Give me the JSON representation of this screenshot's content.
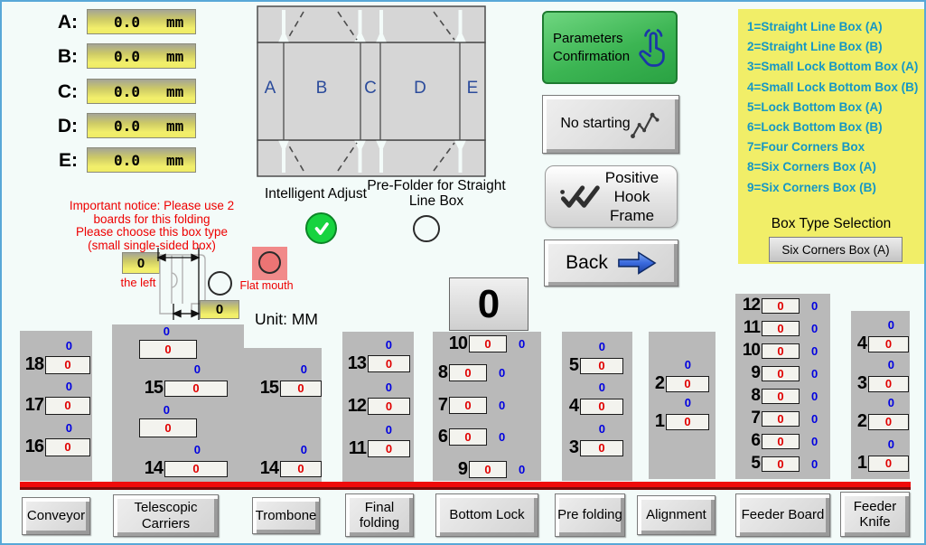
{
  "dims": [
    {
      "label": "A:",
      "value": "0.0",
      "unit": "mm"
    },
    {
      "label": "B:",
      "value": "0.0",
      "unit": "mm"
    },
    {
      "label": "C:",
      "value": "0.0",
      "unit": "mm"
    },
    {
      "label": "D:",
      "value": "0.0",
      "unit": "mm"
    },
    {
      "label": "E:",
      "value": "0.0",
      "unit": "mm"
    }
  ],
  "diagram": {
    "letters": [
      "A",
      "B",
      "C",
      "D",
      "E"
    ]
  },
  "toggles": {
    "intelligent_label": "Intelligent Adjust",
    "prefolder_label": "Pre-Folder for Straight Line Box"
  },
  "notice": {
    "l1": "Important notice: Please use 2",
    "l2": "boards for this folding",
    "l3": "Please choose this box type",
    "l4": "(small single-sided box)"
  },
  "left_area": {
    "field1": "0",
    "label1": "the left",
    "field2": "0",
    "flat_label": "Flat mouth",
    "unit": "Unit: MM"
  },
  "actions": {
    "confirm": "Parameters Confirmation",
    "no_start": "No starting",
    "hook": "Positive Hook Frame",
    "back": "Back"
  },
  "box_types": {
    "items": [
      "1=Straight Line Box (A)",
      "2=Straight Line Box (B)",
      "3=Small Lock Bottom Box (A)",
      "4=Small Lock Bottom Box (B)",
      "5=Lock Bottom Box (A)",
      "6=Lock Bottom Box (B)",
      "7=Four Corners Box",
      "8=Six Corners Box (A)",
      "9=Six Corners Box (B)"
    ],
    "title": "Box Type Selection",
    "selected": "Six Corners Box (A)"
  },
  "display": {
    "value": "0"
  },
  "panels": {
    "conveyor": [
      {
        "label": "18",
        "value": "0",
        "aux": "0"
      },
      {
        "label": "17",
        "value": "0",
        "aux": "0"
      },
      {
        "label": "16",
        "value": "0",
        "aux": "0"
      }
    ],
    "telescopic": [
      {
        "label": "",
        "value": "0",
        "aux": "0"
      },
      {
        "label": "15",
        "value": "0",
        "aux": "0"
      },
      {
        "label": "",
        "value": "0",
        "aux": "0"
      },
      {
        "label": "14",
        "value": "0",
        "aux": "0"
      }
    ],
    "trombone": [
      {
        "label": "15",
        "value": "0",
        "aux": "0"
      },
      {
        "label": "14",
        "value": "0",
        "aux": "0"
      }
    ],
    "final_folding": [
      {
        "label": "13",
        "value": "0",
        "aux": "0"
      },
      {
        "label": "12",
        "value": "0",
        "aux": "0"
      },
      {
        "label": "11",
        "value": "0",
        "aux": "0"
      }
    ],
    "bottom_lock": [
      {
        "label": "10",
        "value": "0",
        "aux": "0"
      },
      {
        "label": "8",
        "value": "0",
        "aux": "0"
      },
      {
        "label": "7",
        "value": "0",
        "aux": "0"
      },
      {
        "label": "6",
        "value": "0",
        "aux": "0"
      },
      {
        "label": "9",
        "value": "0",
        "aux": "0"
      }
    ],
    "pre_folding": [
      {
        "label": "5",
        "value": "0",
        "aux": "0"
      },
      {
        "label": "4",
        "value": "0",
        "aux": "0"
      },
      {
        "label": "3",
        "value": "0",
        "aux": "0"
      }
    ],
    "alignment": [
      {
        "label": "2",
        "value": "0",
        "aux": "0"
      },
      {
        "label": "1",
        "value": "0",
        "aux": "0"
      }
    ],
    "feeder_board": [
      {
        "label": "12",
        "value": "0",
        "aux": "0"
      },
      {
        "label": "11",
        "value": "0",
        "aux": "0"
      },
      {
        "label": "10",
        "value": "0",
        "aux": "0"
      },
      {
        "label": "9",
        "value": "0",
        "aux": "0"
      },
      {
        "label": "8",
        "value": "0",
        "aux": "0"
      },
      {
        "label": "7",
        "value": "0",
        "aux": "0"
      },
      {
        "label": "6",
        "value": "0",
        "aux": "0"
      },
      {
        "label": "5",
        "value": "0",
        "aux": "0"
      }
    ],
    "feeder_knife": [
      {
        "label": "4",
        "value": "0",
        "aux": "0"
      },
      {
        "label": "3",
        "value": "0",
        "aux": "0"
      },
      {
        "label": "2",
        "value": "0",
        "aux": "0"
      },
      {
        "label": "1",
        "value": "0",
        "aux": "0"
      }
    ]
  },
  "bottom_buttons": [
    "Conveyor",
    "Telescopic Carriers",
    "Trombone",
    "Final folding",
    "Bottom Lock",
    "Pre folding",
    "Alignment",
    "Feeder Board",
    "Feeder Knife"
  ],
  "colors": {
    "value_red": "#e00000",
    "aux_blue": "#0000e0",
    "legend_blue": "#1597c5",
    "legend_yellow": "#f1ee68",
    "confirm_green": "#3cb553",
    "check_green": "#17d33f",
    "flat_mouth_pink": "#f18a8a",
    "separator_red": "#ef0b0b",
    "back_arrow_blue": "#3a6ade",
    "panel_gray": "#b9b9b9"
  }
}
